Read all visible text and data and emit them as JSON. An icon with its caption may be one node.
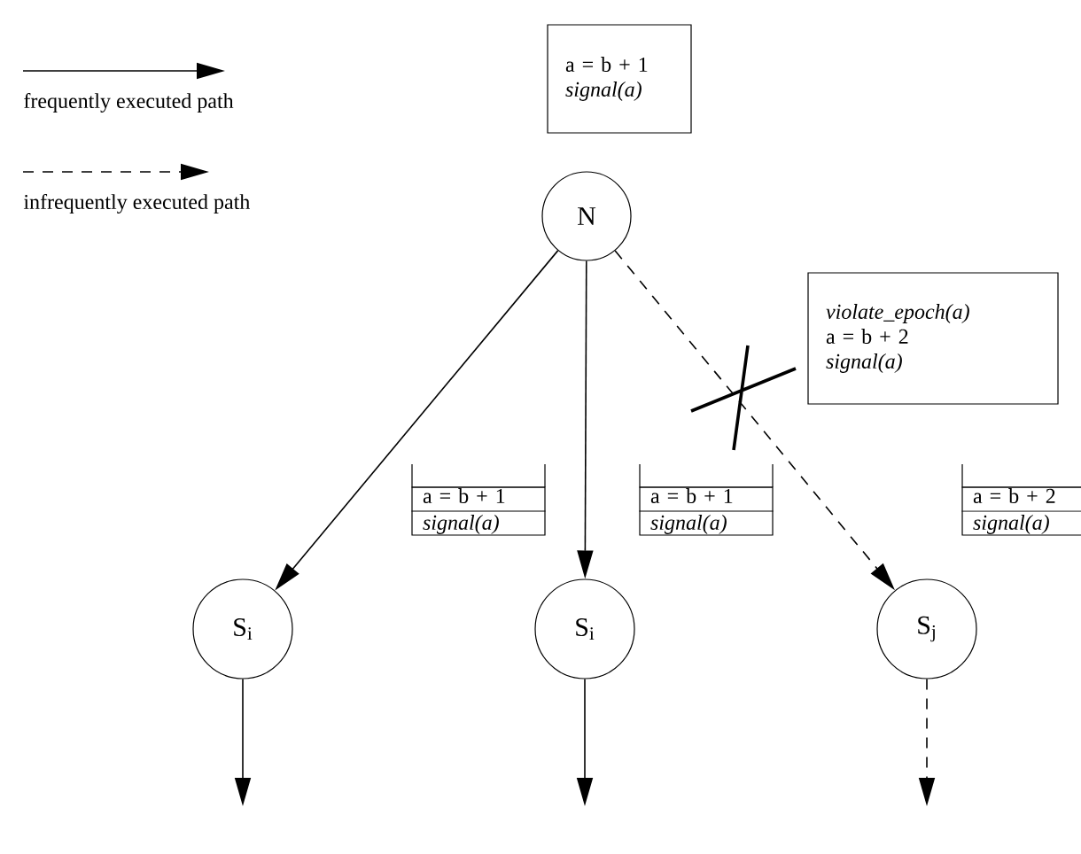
{
  "diagram": {
    "nodes": [
      {
        "text": [
          "a = b + 1",
          "signal(a)"
        ]
      },
      {
        "text": [
          "N"
        ]
      },
      {
        "text": [
          "violate_epoch(a)",
          "a = b + 2",
          "signal(a)"
        ]
      },
      {
        "text": [
          "a = b + 1",
          "signal(a)"
        ]
      },
      {
        "text": [
          "S$_{i}$"
        ]
      },
      {
        "text": [
          "a = b + 1",
          "signal(a)"
        ]
      },
      {
        "text": [
          "S$_{i}$"
        ]
      },
      {
        "text": [
          "a = b + 2",
          "signal(a)"
        ]
      },
      {
        "text": [
          "S$_{j}$"
        ]
      }
    ],
    "edges": [
      {
        "from": 1,
        "to": 4,
        "arrow": "to"
      },
      {
        "from": 1,
        "to": 6,
        "arrow": "to"
      },
      {
        "from": 1,
        "to": 8,
        "arrow": "to",
        "style": "dashed"
      },
      {
        "from": 4,
        "to": null,
        "arrow": "to"
      },
      {
        "from": 6,
        "to": null,
        "arrow": "to"
      },
      {
        "from": 8,
        "to": null,
        "arrow": "to",
        "style": "dashed"
      }
    ],
    "legend": [
      {
        "text": "frequently executed path"
      },
      {
        "text": "infrequently executed path"
      }
    ]
  }
}
